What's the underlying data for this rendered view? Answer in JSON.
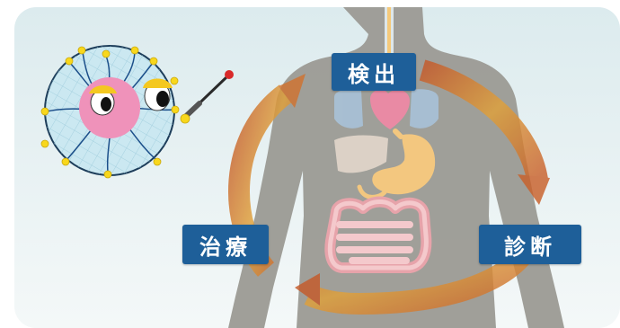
{
  "labels": {
    "detect": "検出",
    "diagnose": "診断",
    "treat": "治療"
  },
  "colors": {
    "label_bg": "#1e5f99",
    "background_top": "#dfecef",
    "background_bottom": "#f3f8f8",
    "body_silhouette": "#9a9a93",
    "cycle_arrow": "#d98a2a",
    "nanoparticle_fill": "#bfe2ee",
    "nanoparticle_core": "#ef94bb",
    "ligand_tip": "#f7d51d"
  },
  "icons": [
    "human-body-silhouette",
    "nanoparticle-character",
    "pointer-stick",
    "cycle-arrow"
  ]
}
